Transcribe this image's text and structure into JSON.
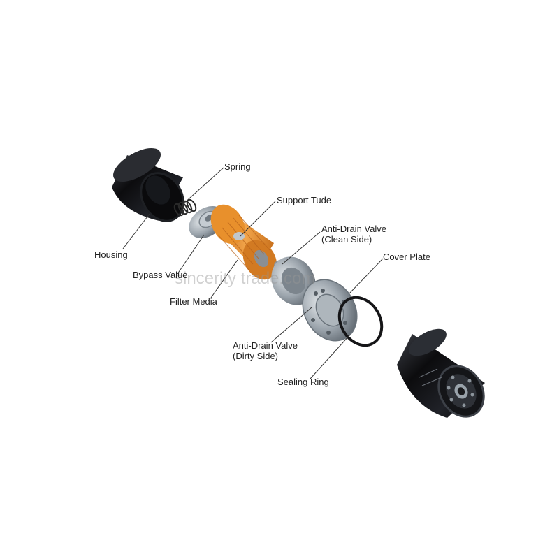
{
  "labels": {
    "spring": "Spring",
    "support_tube": "Support Tude",
    "anti_drain_clean": {
      "line1": "Anti-Drain Valve",
      "line2": "(Clean Side)"
    },
    "cover_plate": "Cover Plate",
    "housing": "Housing",
    "bypass_valve": "Bypass Value",
    "filter_media": "Filter Media",
    "anti_drain_dirty": {
      "line1": "Anti-Drain Valve",
      "line2": "(Dirty Side)"
    },
    "sealing_ring": "Sealing Ring"
  },
  "watermark": "sincerity trade.com",
  "colors": {
    "housing_black": "#0c0c0e",
    "filter_orange": "#e8902c",
    "metal_grey": "#9aa3ab",
    "label_text": "#222222",
    "leader_line": "#333333"
  }
}
